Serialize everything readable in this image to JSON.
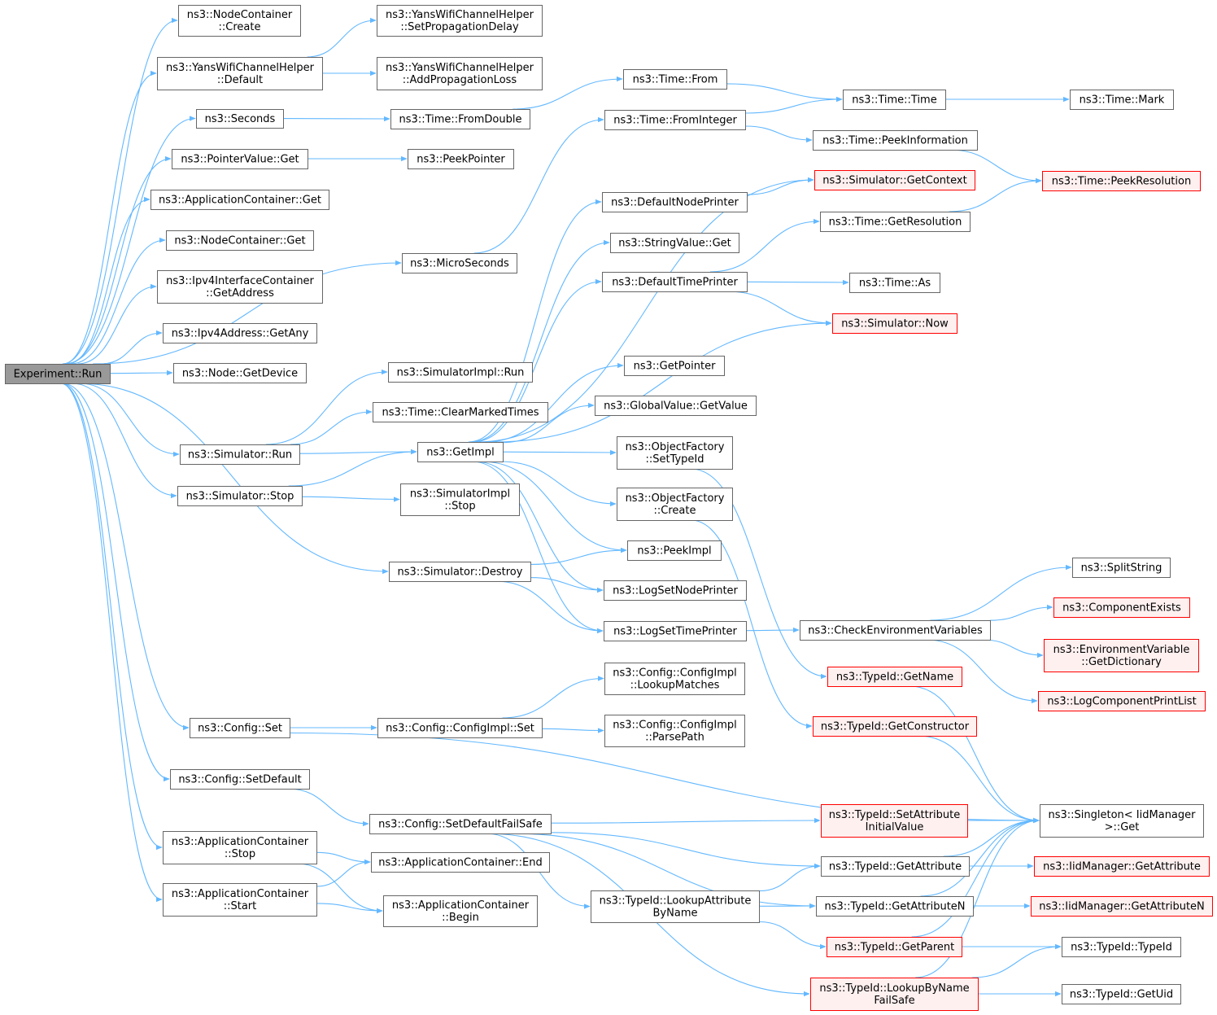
{
  "colors": {
    "edge": "#63b8ff",
    "node_border": "#666666",
    "node_fill": "#ffffff",
    "current_fill": "#999999",
    "undocumented_border": "#ff0000",
    "undocumented_fill": "#fff0f0"
  },
  "nodes": {
    "run": [
      "Experiment::Run"
    ],
    "nc_create": [
      "ns3::NodeContainer",
      "::Create"
    ],
    "ywch_default": [
      "ns3::YansWifiChannelHelper",
      "::Default"
    ],
    "seconds": [
      "ns3::Seconds"
    ],
    "pv_get": [
      "ns3::PointerValue::Get"
    ],
    "ac_get": [
      "ns3::ApplicationContainer::Get"
    ],
    "nc_get": [
      "ns3::NodeContainer::Get"
    ],
    "ipv4ic_getaddr": [
      "ns3::Ipv4InterfaceContainer",
      "::GetAddress"
    ],
    "ipv4a_getany": [
      "ns3::Ipv4Address::GetAny"
    ],
    "node_getdev": [
      "ns3::Node::GetDevice"
    ],
    "sim_run": [
      "ns3::Simulator::Run"
    ],
    "sim_stop": [
      "ns3::Simulator::Stop"
    ],
    "cfg_set": [
      "ns3::Config::Set"
    ],
    "cfg_setdefault": [
      "ns3::Config::SetDefault"
    ],
    "ac_stop": [
      "ns3::ApplicationContainer",
      "::Stop"
    ],
    "ac_start": [
      "ns3::ApplicationContainer",
      "::Start"
    ],
    "ywch_setprop": [
      "ns3::YansWifiChannelHelper",
      "::SetPropagationDelay"
    ],
    "ywch_addprop": [
      "ns3::YansWifiChannelHelper",
      "::AddPropagationLoss"
    ],
    "time_fromdouble": [
      "ns3::Time::FromDouble"
    ],
    "peekpointer": [
      "ns3::PeekPointer"
    ],
    "microseconds": [
      "ns3::MicroSeconds"
    ],
    "simimpl_run": [
      "ns3::SimulatorImpl::Run"
    ],
    "time_clearmarked": [
      "ns3::Time::ClearMarkedTimes"
    ],
    "getimpl": [
      "ns3::GetImpl"
    ],
    "simimpl_stop": [
      "ns3::SimulatorImpl",
      "::Stop"
    ],
    "sim_destroy": [
      "ns3::Simulator::Destroy"
    ],
    "cfgimpl_set": [
      "ns3::Config::ConfigImpl::Set"
    ],
    "cfg_setdefaultfs": [
      "ns3::Config::SetDefaultFailSafe"
    ],
    "ac_end": [
      "ns3::ApplicationContainer::End"
    ],
    "ac_begin": [
      "ns3::ApplicationContainer",
      "::Begin"
    ],
    "time_from": [
      "ns3::Time::From"
    ],
    "time_frominteger": [
      "ns3::Time::FromInteger"
    ],
    "defaultnodeprinter": [
      "ns3::DefaultNodePrinter"
    ],
    "stringvalue_get": [
      "ns3::StringValue::Get"
    ],
    "defaulttimeprinter": [
      "ns3::DefaultTimePrinter"
    ],
    "getpointer": [
      "ns3::GetPointer"
    ],
    "gv_getvalue": [
      "ns3::GlobalValue::GetValue"
    ],
    "of_settypeid": [
      "ns3::ObjectFactory",
      "::SetTypeId"
    ],
    "of_create": [
      "ns3::ObjectFactory",
      "::Create"
    ],
    "peekimpl": [
      "ns3::PeekImpl"
    ],
    "logsetnodeprinter": [
      "ns3::LogSetNodePrinter"
    ],
    "logsettimeprinter": [
      "ns3::LogSetTimePrinter"
    ],
    "cfgimpl_lookup": [
      "ns3::Config::ConfigImpl",
      "::LookupMatches"
    ],
    "cfgimpl_parse": [
      "ns3::Config::ConfigImpl",
      "::ParsePath"
    ],
    "typeid_lookupattr": [
      "ns3::TypeId::LookupAttribute",
      "ByName"
    ],
    "time_time": [
      "ns3::Time::Time"
    ],
    "time_peekinfo": [
      "ns3::Time::PeekInformation"
    ],
    "sim_getcontext": [
      "ns3::Simulator::GetContext"
    ],
    "time_getres": [
      "ns3::Time::GetResolution"
    ],
    "time_as": [
      "ns3::Time::As"
    ],
    "sim_now": [
      "ns3::Simulator::Now"
    ],
    "checkenv": [
      "ns3::CheckEnvironmentVariables"
    ],
    "typeid_getname": [
      "ns3::TypeId::GetName"
    ],
    "typeid_getctor": [
      "ns3::TypeId::GetConstructor"
    ],
    "typeid_setattrinit": [
      "ns3::TypeId::SetAttribute",
      "InitialValue"
    ],
    "typeid_getattr": [
      "ns3::TypeId::GetAttribute"
    ],
    "typeid_getattrn": [
      "ns3::TypeId::GetAttributeN"
    ],
    "typeid_getparent": [
      "ns3::TypeId::GetParent"
    ],
    "typeid_lookupbyname": [
      "ns3::TypeId::LookupByName",
      "FailSafe"
    ],
    "time_mark": [
      "ns3::Time::Mark"
    ],
    "time_peekres": [
      "ns3::Time::PeekResolution"
    ],
    "splitstring": [
      "ns3::SplitString"
    ],
    "componentexists": [
      "ns3::ComponentExists"
    ],
    "envvar_getdict": [
      "ns3::EnvironmentVariable",
      "::GetDictionary"
    ],
    "logcomp_printlist": [
      "ns3::LogComponentPrintList"
    ],
    "singleton_get": [
      "ns3::Singleton< IidManager",
      " >::Get"
    ],
    "iid_getattr": [
      "ns3::IidManager::GetAttribute"
    ],
    "iid_getattrn": [
      "ns3::IidManager::GetAttributeN"
    ],
    "typeid_typeid": [
      "ns3::TypeId::TypeId"
    ],
    "typeid_getuid": [
      "ns3::TypeId::GetUid"
    ]
  }
}
